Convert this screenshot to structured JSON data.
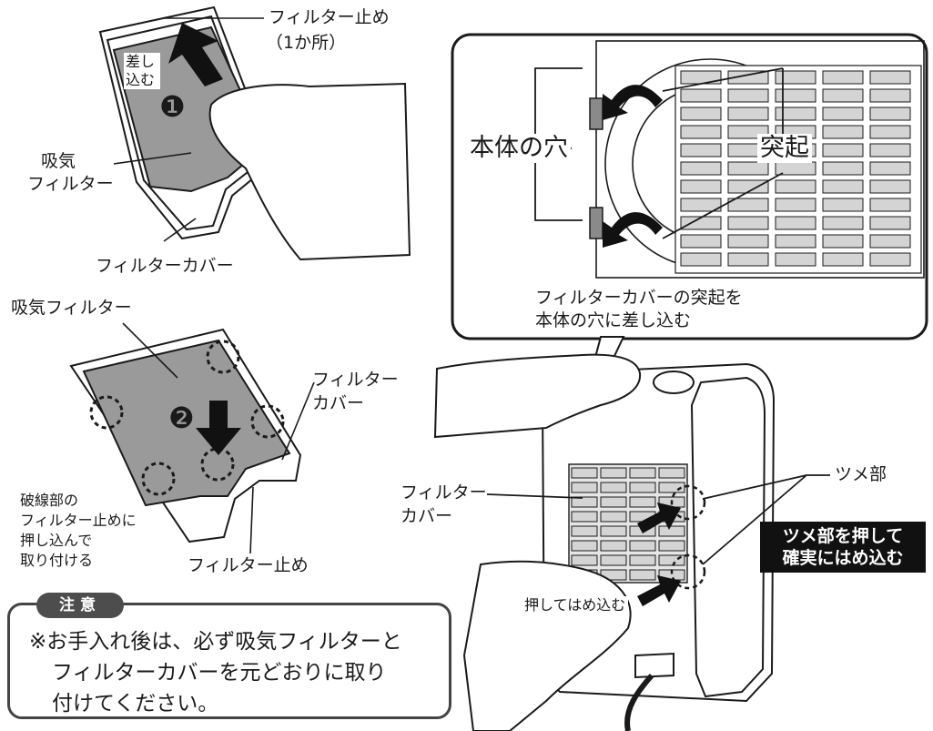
{
  "labels": {
    "filter_stopper_top": "フィルター止め",
    "one_place": "（1か所）",
    "insert": "差し\n込む",
    "intake_filter_1a": "吸気",
    "intake_filter_1b": "フィルター",
    "filter_cover_1": "フィルターカバー",
    "intake_filter_2": "吸気フィルター",
    "filter_cover_2a": "フィルター",
    "filter_cover_2b": "カバー",
    "dashed_note_1": "破線部の",
    "dashed_note_2": "フィルター止めに",
    "dashed_note_3": "押し込んで",
    "dashed_note_4": "取り付ける",
    "filter_stopper_bottom": "フィルター止め",
    "body_hole": "本体の穴",
    "protrusion": "突起",
    "callout_1": "フィルターカバーの突起を",
    "callout_2": "本体の穴に差し込む",
    "filter_cover_3a": "フィルター",
    "filter_cover_3b": "カバー",
    "claw": "ツメ部",
    "press_in": "押してはめ込む",
    "step1": "❶",
    "step2": "❷"
  },
  "warning": {
    "line1": "ツメ部を押して",
    "line2": "確実にはめ込む"
  },
  "caution": {
    "badge": "注意",
    "line1": "※お手入れ後は、必ず吸気フィルターと",
    "line2": "フィルターカバーを元どおりに取り",
    "line3": "付けてください。"
  },
  "colors": {
    "filter_gray": "#9a9a9a",
    "outline": "#1a1a1a"
  }
}
